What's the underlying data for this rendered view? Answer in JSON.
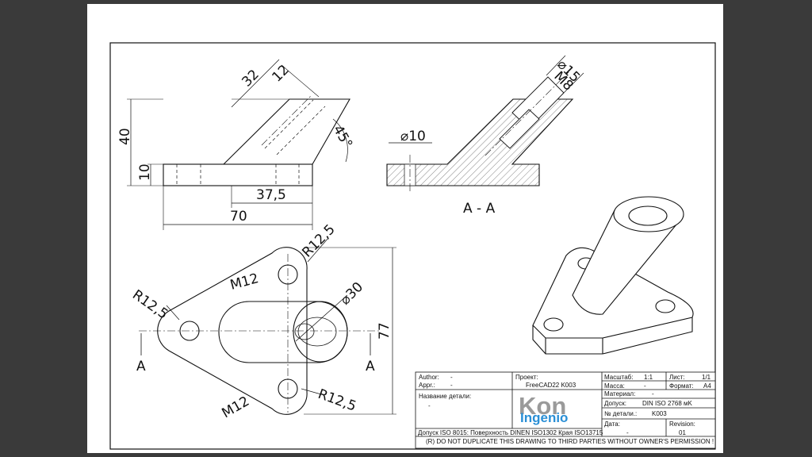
{
  "dimensions": {
    "d40": "40",
    "d10": "10",
    "d32": "32",
    "d12": "12",
    "d45": "45°",
    "d37_5": "37,5",
    "d70": "70",
    "d_dia10": "⌀10",
    "d_dia15": "⌀15",
    "d_m8": "M8",
    "d_r12_5_a": "R12,5",
    "d_r12_5_b": "R12,5",
    "d_r12_5_c": "R12,5",
    "d_m12_a": "M12",
    "d_m12_b": "M12",
    "d_dia30": "⌀30",
    "d77": "77"
  },
  "section": {
    "label": "A - A",
    "marker_left": "A",
    "marker_right": "A"
  },
  "title_block": {
    "author_label": "Author:",
    "author_value": "-",
    "appr_label": "Appr.:",
    "appr_value": "-",
    "project_label": "Проект:",
    "project_value": "FreeCAD22 K003",
    "scale_label": "Масштаб:",
    "scale_value": "1:1",
    "sheet_label": "Лист:",
    "sheet_value": "1/1",
    "mass_label": "Масса:",
    "mass_value": "-",
    "format_label": "Формат:",
    "format_value": "A4",
    "part_name_label": "Название детали:",
    "part_name_value": "-",
    "material_label": "Материал:",
    "material_value": "-",
    "tolerance_label": "Допуск:",
    "tolerance_value": "DIN ISO 2768 мK",
    "part_no_label": "№ детали.:",
    "part_no_value": "K003",
    "date_label": "Дата:",
    "date_value": "-",
    "revision_label": "Revision:",
    "revision_value": "01",
    "logo_line1": "Kon",
    "logo_line2": "Ingenio",
    "tolerances_note": "Допуск ISO 8015: Поверхность DINEN ISO1302 Края ISO13715",
    "copyright": "(R) DO NOT DUPLICATE THIS DRAWING TO THIRD PARTIES WITHOUT OWNER'S PERMISSION !"
  },
  "colors": {
    "background": "#3a3a3a",
    "sheet": "#ffffff",
    "line": "#111111",
    "logo_gray": "#9a9a9a",
    "logo_blue": "#2a8fd6"
  }
}
